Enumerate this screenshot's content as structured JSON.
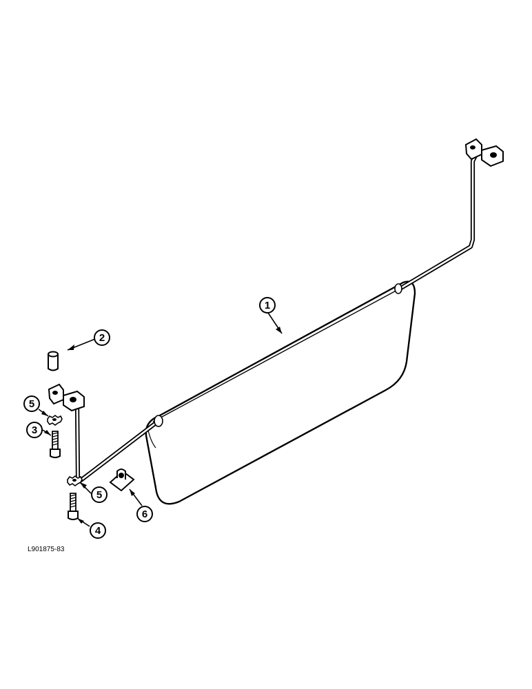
{
  "drawing": {
    "figure_code": "L901875-83",
    "ink_color": "#000000",
    "paper_color": "#ffffff"
  },
  "callouts": [
    {
      "id": "callout-1",
      "number": "1"
    },
    {
      "id": "callout-2",
      "number": "2"
    },
    {
      "id": "callout-3",
      "number": "3"
    },
    {
      "id": "callout-4",
      "number": "4"
    },
    {
      "id": "callout-5a",
      "number": "5"
    },
    {
      "id": "callout-5b",
      "number": "5"
    },
    {
      "id": "callout-6",
      "number": "6"
    }
  ]
}
